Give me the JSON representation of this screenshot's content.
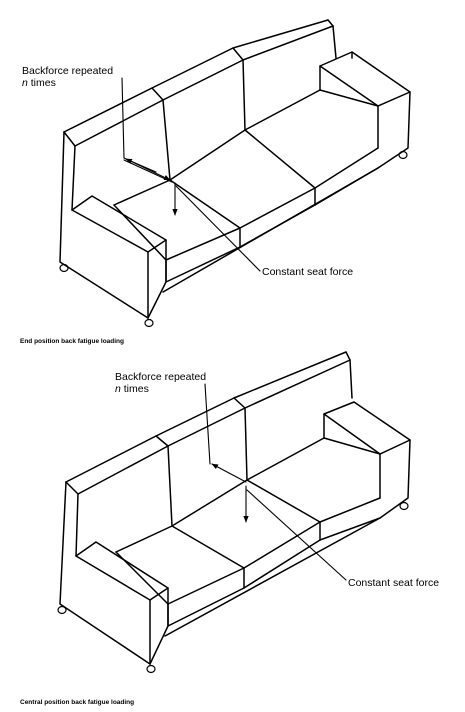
{
  "figure_top": {
    "backforce_line1": "Backforce repeated",
    "backforce_n": "n",
    "backforce_times": "times",
    "seat_force_label": "Constant seat force",
    "caption": "End position back fatigue loading"
  },
  "figure_bottom": {
    "backforce_line1": "Backforce repeated",
    "backforce_n": "n",
    "backforce_times": "times",
    "seat_force_label": "Constant seat force",
    "caption": "Central position back fatigue loading"
  }
}
